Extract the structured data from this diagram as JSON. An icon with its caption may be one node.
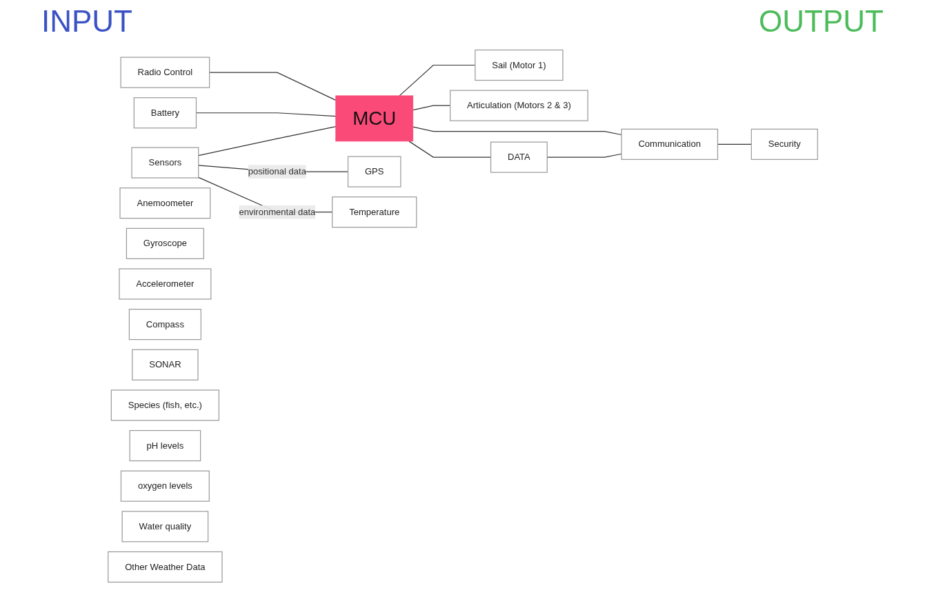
{
  "diagram": {
    "nodes": [
      {
        "text": [
          "Radio Control"
        ]
      },
      {
        "text": [
          "Battery"
        ]
      },
      {
        "text": [
          "Sensors"
        ]
      },
      {
        "text": [
          "MCU"
        ]
      },
      {
        "text": [
          "Sail (Motor 1)"
        ]
      },
      {
        "text": [
          "Articulation (Motors 2 & 3)"
        ]
      },
      {
        "text": [
          "DATA"
        ]
      },
      {
        "text": [
          "Communication"
        ]
      },
      {
        "text": [
          "Security"
        ]
      },
      {
        "text": [
          "GPS"
        ]
      },
      {
        "text": [
          "Anemoometer"
        ]
      },
      {
        "text": [
          "Gyroscope"
        ]
      },
      {
        "text": [
          "Accelerometer"
        ]
      },
      {
        "text": [
          "Compass"
        ]
      },
      {
        "text": [
          "SONAR"
        ]
      },
      {
        "text": [
          "Temperature"
        ]
      },
      {
        "text": [
          "Species (fish, etc.)"
        ]
      },
      {
        "text": [
          "pH levels"
        ]
      },
      {
        "text": [
          "oxygen levels"
        ]
      },
      {
        "text": [
          "Water quality"
        ]
      },
      {
        "text": [
          "Other Weather Data"
        ]
      }
    ],
    "edges": [
      {
        "from": 0,
        "to": 3,
        "arrow": "none"
      },
      {
        "from": 1,
        "to": 3,
        "arrow": "none"
      },
      {
        "from": 2,
        "to": 3,
        "arrow": "none"
      },
      {
        "from": 3,
        "to": 4,
        "arrow": "none"
      },
      {
        "from": 3,
        "to": 5,
        "arrow": "none"
      },
      {
        "from": 3,
        "to": 6,
        "arrow": "none"
      },
      {
        "from": 3,
        "to": 7,
        "arrow": "none"
      },
      {
        "from": 6,
        "to": 7,
        "arrow": "none"
      },
      {
        "from": 7,
        "to": 8,
        "arrow": "none"
      },
      {
        "from": 2,
        "to": 9,
        "arrow": "none",
        "label": "positional data"
      },
      {
        "from": 2,
        "to": 15,
        "arrow": "none",
        "label": "environmental data"
      }
    ],
    "labels": [
      "INPUT",
      "OUTPUT"
    ]
  }
}
